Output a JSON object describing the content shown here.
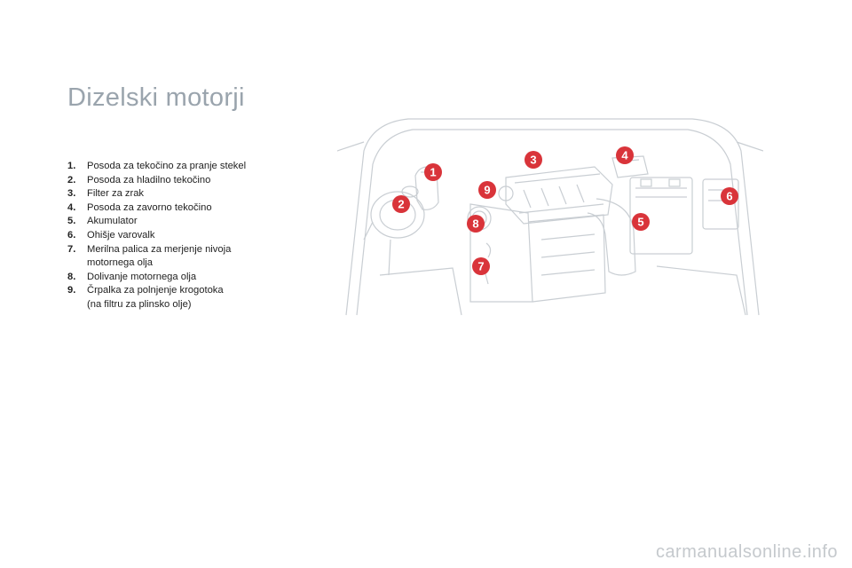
{
  "title": "Dizelski motorji",
  "legend": [
    {
      "num": "1.",
      "lines": [
        "Posoda za tekočino za pranje stekel"
      ]
    },
    {
      "num": "2.",
      "lines": [
        "Posoda za hladilno tekočino"
      ]
    },
    {
      "num": "3.",
      "lines": [
        "Filter za zrak"
      ]
    },
    {
      "num": "4.",
      "lines": [
        "Posoda za zavorno tekočino"
      ]
    },
    {
      "num": "5.",
      "lines": [
        "Akumulator"
      ]
    },
    {
      "num": "6.",
      "lines": [
        "Ohišje varovalk"
      ]
    },
    {
      "num": "7.",
      "lines": [
        "Merilna palica za merjenje nivoja",
        "motornega olja"
      ]
    },
    {
      "num": "8.",
      "lines": [
        "Dolivanje motornega olja"
      ]
    },
    {
      "num": "9.",
      "lines": [
        "Črpalka za polnjenje krogotoka",
        "(na filtru za plinsko olje)"
      ]
    }
  ],
  "callouts": [
    "1",
    "2",
    "3",
    "4",
    "5",
    "6",
    "7",
    "8",
    "9"
  ],
  "colors": {
    "callout": "#d9343a",
    "title": "#9aa4ad",
    "line_art": "#c9ced3"
  },
  "watermark": "carmanualsonline.info"
}
